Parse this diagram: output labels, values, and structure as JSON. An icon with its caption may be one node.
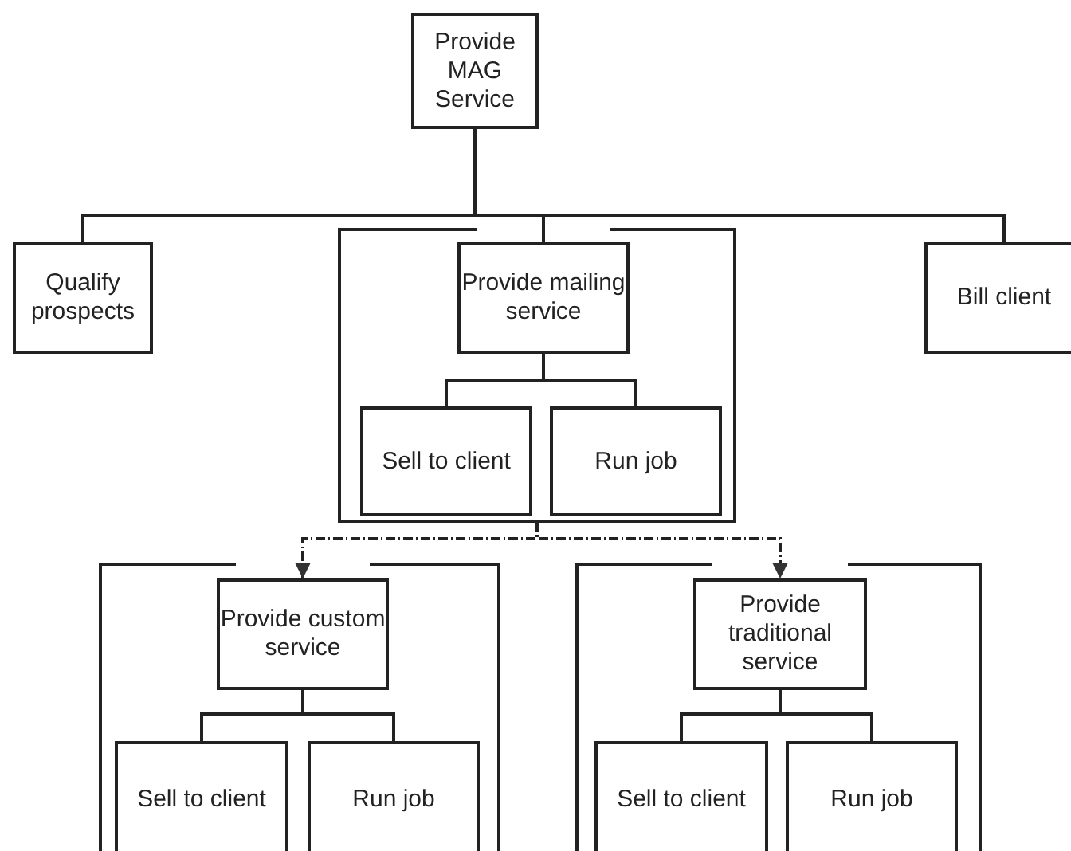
{
  "diagram": {
    "nodes": [
      {
        "text": [
          "Provide MAG Service"
        ]
      },
      {
        "text": [
          "Qualify prospects"
        ]
      },
      {
        "text": [],
        "shape": "box"
      },
      {
        "text": [
          "Provide mailing service"
        ],
        "in": 2
      },
      {
        "text": [
          "Sell to client"
        ],
        "in": 2
      },
      {
        "text": [
          "Run job"
        ],
        "in": 2
      },
      {
        "text": [
          "Bill client"
        ]
      },
      {
        "text": [],
        "shape": "box"
      },
      {
        "text": [
          "Provide custom service"
        ],
        "in": 7
      },
      {
        "text": [
          "Sell to client"
        ],
        "in": 7
      },
      {
        "text": [
          "Run job"
        ],
        "in": 7
      },
      {
        "text": [],
        "shape": "box"
      },
      {
        "text": [
          "Provide traditional service"
        ],
        "in": 11
      },
      {
        "text": [
          "Sell to client"
        ],
        "in": 11
      },
      {
        "text": [
          "Run job"
        ],
        "in": 11
      }
    ],
    "edges": [
      {
        "from": 0,
        "to": 1,
        "arrow": "none"
      },
      {
        "from": 0,
        "to": 3,
        "arrow": "none"
      },
      {
        "from": 0,
        "to": 6,
        "arrow": "none"
      },
      {
        "from": 3,
        "to": 4,
        "arrow": "none"
      },
      {
        "from": 3,
        "to": 5,
        "arrow": "none"
      },
      {
        "from": 2,
        "to": 8,
        "arrow": "to",
        "style": "dashed"
      },
      {
        "from": 2,
        "to": 12,
        "arrow": "to",
        "style": "dashed"
      },
      {
        "from": 8,
        "to": 9,
        "arrow": "none"
      },
      {
        "from": 8,
        "to": 10,
        "arrow": "none"
      },
      {
        "from": 12,
        "to": 13,
        "arrow": "none"
      },
      {
        "from": 12,
        "to": 14,
        "arrow": "none"
      }
    ]
  }
}
